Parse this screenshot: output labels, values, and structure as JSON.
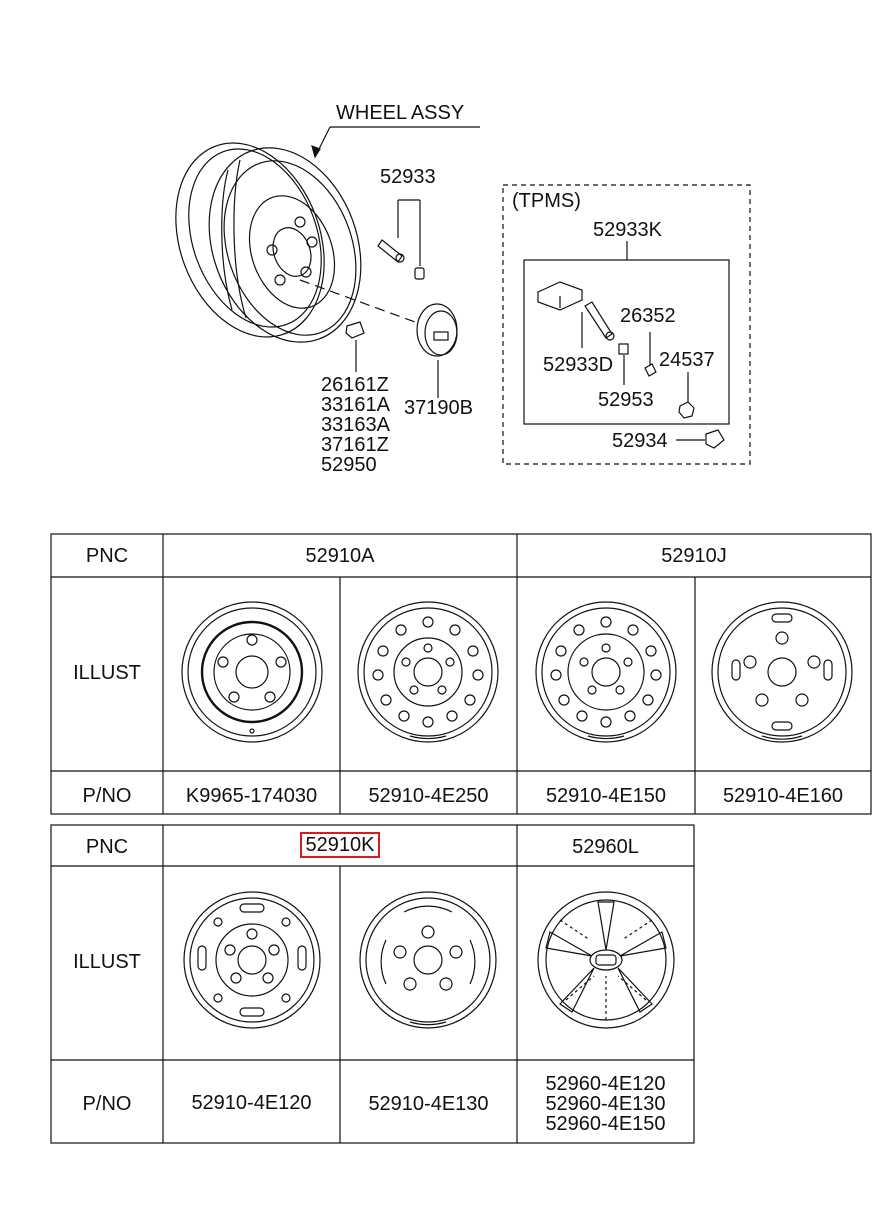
{
  "diagram": {
    "wheel_assy_label": "WHEEL ASSY",
    "tpms_label": "(TPMS)",
    "valve_pnc": "52933",
    "tpms_kit_pnc": "52933K",
    "sensor_pnc": "52933D",
    "grommet_pnc": "26352",
    "cap_pnc": "52953",
    "nut_pnc": "24537",
    "tpms_valve_cap_pnc": "52934",
    "hub_cap_pnc": "37190B",
    "nut_pncs": [
      "26161Z",
      "33161A",
      "33163A",
      "37161Z",
      "52950"
    ]
  },
  "table1": {
    "header_pnc": "PNC",
    "header_illust": "ILLUST",
    "header_pno": "P/NO",
    "group_a": "52910A",
    "group_j": "52910J",
    "parts": [
      "K9965-174030",
      "52910-4E250",
      "52910-4E150",
      "52910-4E160"
    ]
  },
  "table2": {
    "header_pnc": "PNC",
    "header_illust": "ILLUST",
    "header_pno": "P/NO",
    "group_k": "52910K",
    "group_l": "52960L",
    "parts": [
      "52910-4E120",
      "52910-4E130"
    ],
    "cover_parts": [
      "52960-4E120",
      "52960-4E130",
      "52960-4E150"
    ]
  },
  "colors": {
    "highlight": "#d81b1b",
    "line": "#111111"
  }
}
